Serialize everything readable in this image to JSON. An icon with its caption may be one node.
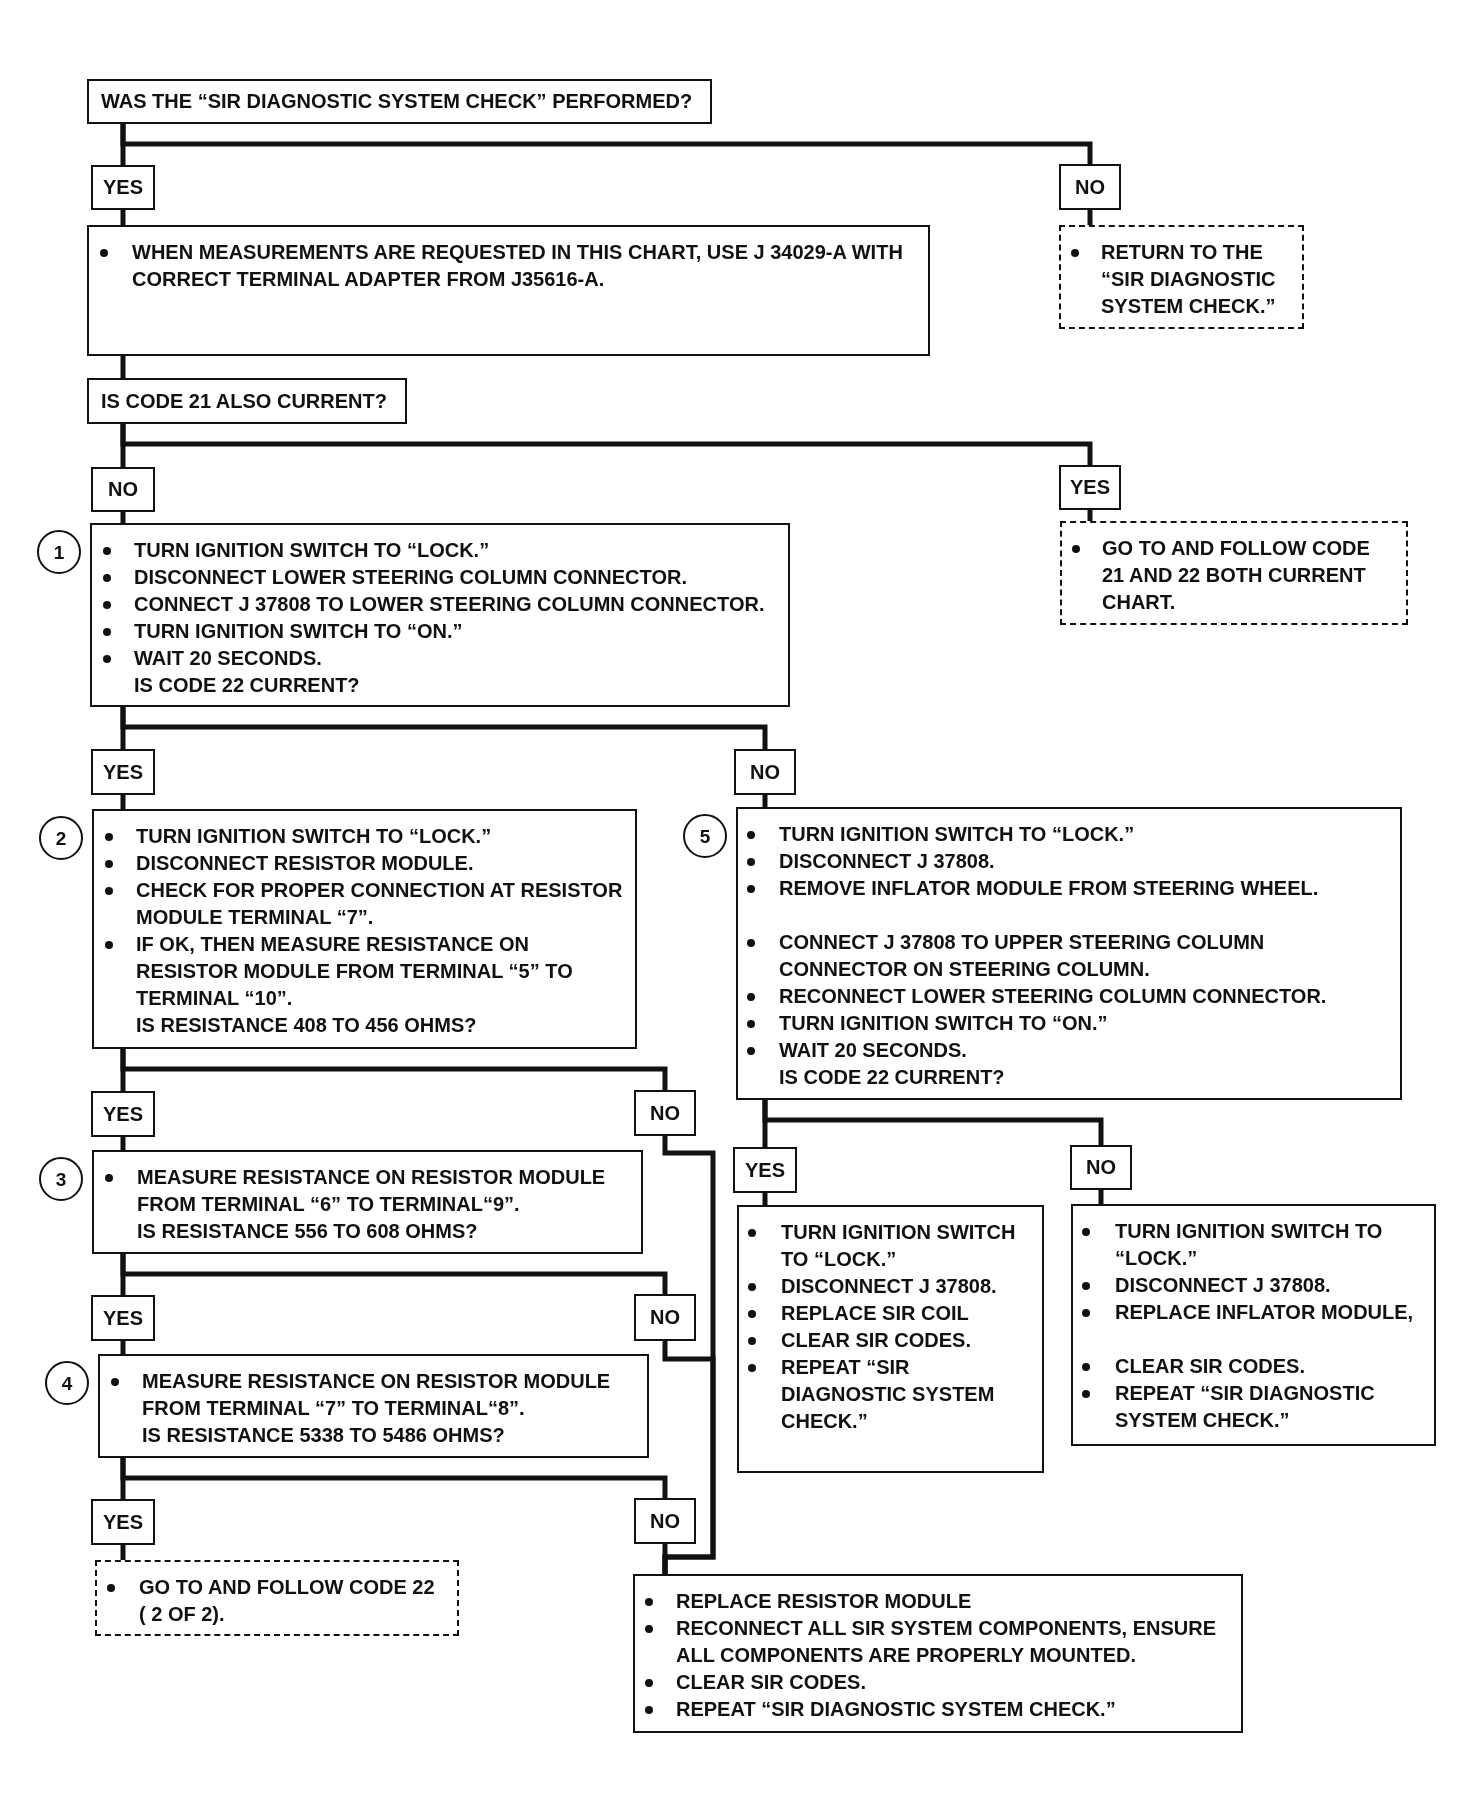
{
  "diagram": {
    "nodes": [
      {
        "text": [
          "WAS THE “SIR DIAGNOSTIC SYSTEM CHECK” PERFORMED?"
        ]
      },
      {
        "text": [
          "YES"
        ]
      },
      {
        "text": [
          "NO"
        ]
      },
      {
        "text": [
          "WHEN MEASUREMENTS ARE REQUESTED IN THIS CHART, USE J 34029-A WITH CORRECT TERMINAL ADAPTER FROM J35616-A."
        ]
      },
      {
        "text": [
          "RETURN TO THE “SIR DIAGNOSTIC SYSTEM CHECK.”"
        ]
      },
      {
        "text": [
          "IS CODE 21 ALSO CURRENT?"
        ]
      },
      {
        "text": [
          "NO"
        ]
      },
      {
        "text": [
          "YES"
        ]
      },
      {
        "text": [
          "TURN IGNITION SWITCH TO “LOCK.”",
          "DISCONNECT LOWER STEERING COLUMN CONNECTOR.",
          "CONNECT J 37808 TO LOWER STEERING COLUMN CONNECTOR.",
          "TURN IGNITION SWITCH TO “ON.”",
          "WAIT 20 SECONDS.",
          "IS CODE 22 CURRENT?"
        ],
        "beside": [
          "1"
        ]
      },
      {
        "text": [
          "GO TO AND FOLLOW CODE 21 AND 22 BOTH CURRENT CHART."
        ]
      },
      {
        "text": [
          "YES"
        ]
      },
      {
        "text": [
          "NO"
        ]
      },
      {
        "text": [
          "TURN IGNITION SWITCH TO “LOCK.”",
          "DISCONNECT RESISTOR MODULE.",
          "CHECK FOR PROPER CONNECTION AT RESISTOR MODULE TERMINAL “7”.",
          "IF OK, THEN MEASURE RESISTANCE ON RESISTOR MODULE FROM TERMINAL “5” TO TERMINAL “10”.",
          "IS RESISTANCE 408 TO 456 OHMS?"
        ],
        "beside": [
          "2"
        ]
      },
      {
        "text": [
          "TURN IGNITION SWITCH TO “LOCK.”",
          "DISCONNECT J 37808.",
          "REMOVE INFLATOR MODULE FROM STEERING WHEEL.",
          "CONNECT J 37808 TO UPPER STEERING COLUMN CONNECTOR ON STEERING COLUMN.",
          "RECONNECT LOWER STEERING COLUMN CONNECTOR.",
          "TURN IGNITION SWITCH TO “ON.”",
          "WAIT 20 SECONDS.",
          "IS CODE 22 CURRENT?"
        ],
        "beside": [
          "5"
        ]
      },
      {
        "text": [
          "YES"
        ]
      },
      {
        "text": [
          "NO"
        ]
      },
      {
        "text": [
          "MEASURE RESISTANCE ON RESISTOR MODULE FROM TERMINAL “6” TO TERMINAL“9”.",
          "IS RESISTANCE 556 TO 608 OHMS?"
        ],
        "beside": [
          "3"
        ]
      },
      {
        "text": [
          "YES"
        ]
      },
      {
        "text": [
          "NO"
        ]
      },
      {
        "text": [
          "TURN IGNITION SWITCH TO “LOCK.”",
          "DISCONNECT J 37808.",
          "REPLACE SIR COIL",
          "CLEAR SIR CODES.",
          "REPEAT “SIR DIAGNOSTIC SYSTEM CHECK.”"
        ]
      },
      {
        "text": [
          "TURN IGNITION SWITCH TO “LOCK.”",
          "DISCONNECT J 37808.",
          "REPLACE INFLATOR MODULE,",
          "CLEAR SIR CODES.",
          "REPEAT “SIR DIAGNOSTIC SYSTEM CHECK.”"
        ]
      },
      {
        "text": [
          "YES"
        ]
      },
      {
        "text": [
          "NO"
        ]
      },
      {
        "text": [
          "MEASURE RESISTANCE ON RESISTOR MODULE FROM TERMINAL “7” TO TERMINAL“8”.",
          "IS RESISTANCE 5338 TO 5486 OHMS?"
        ],
        "beside": [
          "4"
        ]
      },
      {
        "text": [
          "YES"
        ]
      },
      {
        "text": [
          "NO"
        ]
      },
      {
        "text": [
          "GO TO AND FOLLOW CODE 22 ( 2 OF 2)."
        ]
      },
      {
        "text": [
          "REPLACE RESISTOR MODULE",
          "RECONNECT ALL SIR SYSTEM COMPONENTS, ENSURE ALL COMPONENTS ARE PROPERLY MOUNTED.",
          "CLEAR SIR CODES.",
          "REPEAT “SIR DIAGNOSTIC SYSTEM CHECK.”"
        ]
      }
    ],
    "edges": [
      {
        "from": 0,
        "to": 1,
        "arrow": "none"
      },
      {
        "from": 0,
        "to": 2,
        "arrow": "none"
      },
      {
        "from": 1,
        "to": 3,
        "arrow": "none"
      },
      {
        "from": 2,
        "to": 4,
        "arrow": "none"
      },
      {
        "from": 3,
        "to": 5,
        "arrow": "none"
      },
      {
        "from": 5,
        "to": 6,
        "arrow": "none"
      },
      {
        "from": 5,
        "to": 7,
        "arrow": "none"
      },
      {
        "from": 6,
        "to": 8,
        "arrow": "none"
      },
      {
        "from": 7,
        "to": 9,
        "arrow": "none"
      },
      {
        "from": 8,
        "to": 10,
        "arrow": "none"
      },
      {
        "from": 8,
        "to": 11,
        "arrow": "none"
      },
      {
        "from": 10,
        "to": 12,
        "arrow": "none"
      },
      {
        "from": 11,
        "to": 13,
        "arrow": "none"
      },
      {
        "from": 12,
        "to": 14,
        "arrow": "none"
      },
      {
        "from": 12,
        "to": 15,
        "arrow": "none"
      },
      {
        "from": 14,
        "to": 16,
        "arrow": "none"
      },
      {
        "from": 13,
        "to": 17,
        "arrow": "none"
      },
      {
        "from": 13,
        "to": 18,
        "arrow": "none"
      },
      {
        "from": 17,
        "to": 19,
        "arrow": "none"
      },
      {
        "from": 18,
        "to": 20,
        "arrow": "none"
      },
      {
        "from": 16,
        "to": 21,
        "arrow": "none"
      },
      {
        "from": 16,
        "to": 22,
        "arrow": "none"
      },
      {
        "from": 21,
        "to": 23,
        "arrow": "none"
      },
      {
        "from": 23,
        "to": 24,
        "arrow": "none"
      },
      {
        "from": 23,
        "to": 25,
        "arrow": "none"
      },
      {
        "from": 24,
        "to": 26,
        "arrow": "none"
      },
      {
        "from": 15,
        "to": 27,
        "arrow": "none"
      },
      {
        "from": 22,
        "to": 27,
        "arrow": "none"
      },
      {
        "from": 25,
        "to": 27,
        "arrow": "none"
      }
    ]
  }
}
